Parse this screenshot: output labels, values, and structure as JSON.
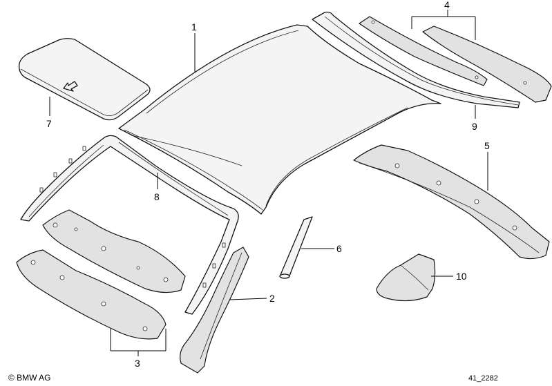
{
  "callouts": [
    {
      "id": "1",
      "label": "1"
    },
    {
      "id": "2",
      "label": "2"
    },
    {
      "id": "3",
      "label": "3"
    },
    {
      "id": "4",
      "label": "4"
    },
    {
      "id": "5",
      "label": "5"
    },
    {
      "id": "6",
      "label": "6"
    },
    {
      "id": "7",
      "label": "7"
    },
    {
      "id": "8",
      "label": "8"
    },
    {
      "id": "9",
      "label": "9"
    },
    {
      "id": "10",
      "label": "10"
    }
  ],
  "footer": {
    "copyright": "© BMW AG",
    "drawing_number": "41_2282"
  }
}
